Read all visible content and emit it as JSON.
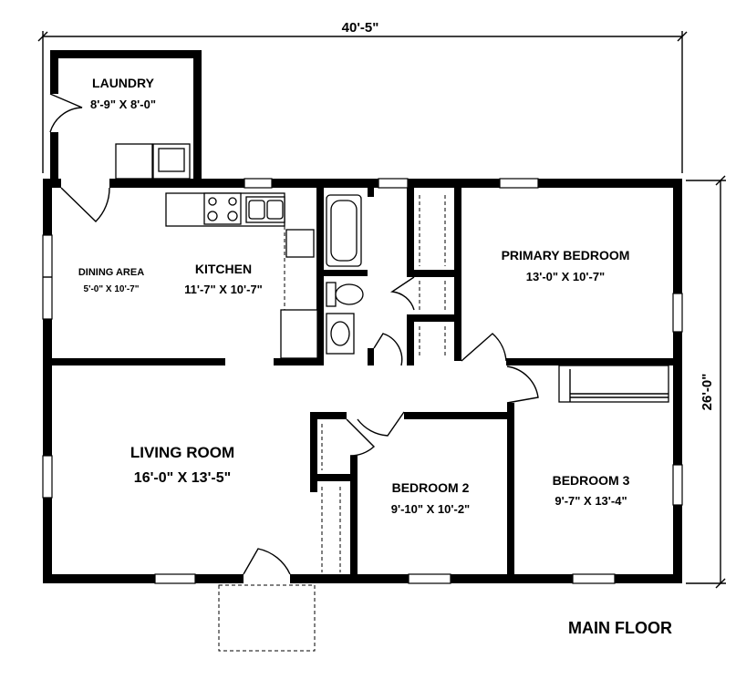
{
  "dimensions": {
    "width": "40'-5\"",
    "depth": "26'-0\""
  },
  "rooms": {
    "laundry": {
      "name": "LAUNDRY",
      "size": "8'-9\" X 8'-0\""
    },
    "dining": {
      "name": "DINING AREA",
      "size": "5'-0\" X 10'-7\""
    },
    "kitchen": {
      "name": "KITCHEN",
      "size": "11'-7\" X 10'-7\""
    },
    "primary": {
      "name": "PRIMARY BEDROOM",
      "size": "13'-0\" X 10'-7\""
    },
    "living": {
      "name": "LIVING ROOM",
      "size": "16'-0\" X 13'-5\""
    },
    "bedroom2": {
      "name": "BEDROOM 2",
      "size": "9'-10\" X 10'-2\""
    },
    "bedroom3": {
      "name": "BEDROOM 3",
      "size": "9'-7\" X 13'-4\""
    }
  },
  "floor_label": "MAIN FLOOR"
}
